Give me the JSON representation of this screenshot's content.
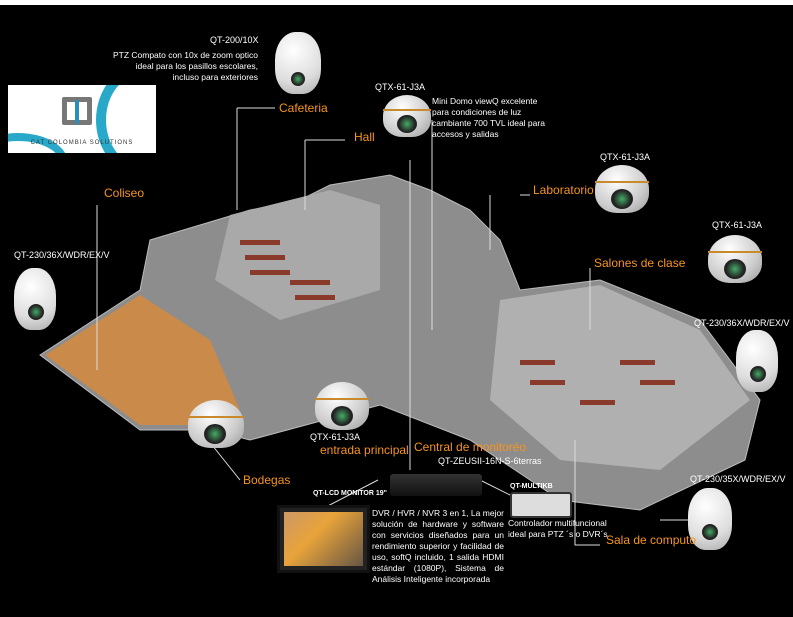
{
  "logo": {
    "text": "CAT COLOMBIA SOLUTIONS"
  },
  "areas": {
    "cafeteria": "Cafeteria",
    "hall": "Hall",
    "coliseo": "Coliseo",
    "laboratorio": "Laboratorio",
    "salones": "Salones de clase",
    "bodegas": "Bodegas",
    "entrada": "entrada principal",
    "central": "Central de monitoréo",
    "sala_computo": "Sala de computo"
  },
  "cameras": {
    "ptz_cafeteria": {
      "model": "QT-200/10X",
      "desc": [
        "PTZ Compato con 10x de zoom optico",
        "ideal para los pasillos escolares,",
        "incluso para exteriores"
      ]
    },
    "dome_hall": {
      "model": "QTX-61-J3A",
      "desc": [
        "Mini Domo viewQ excelente",
        "para condiciones de luz",
        "cambiante 700 TVL ideal para",
        "accesos y salidas"
      ]
    },
    "dome_lab": {
      "model": "QTX-61-J3A"
    },
    "dome_salones": {
      "model": "QTX-61-J3A"
    },
    "ptz_coliseo": {
      "model": "QT-230/36X/WDR/EX/V"
    },
    "ptz_salones": {
      "model": "QT-230/36X/WDR/EX/V"
    },
    "dome_entrada": {
      "model": "QTX-61-J3A"
    },
    "ptz_computo": {
      "model": "QT-230/35X/WDR/EX/V"
    }
  },
  "equipment": {
    "dvr_model": "QT-ZEUSII-16N-S-6terras",
    "monitor_model": "QT-LCD MONITOR 19\"",
    "keyboard_model": "QT-MULTIKB",
    "dvr_desc": "DVR / HVR / NVR 3 en 1, La mejor solución de hardware y software con servicios diseñados para un rendimiento superior y facilidad de uso, softQ incluido, 1 salida HDMI estándar (1080P), Sistema de Análisis Inteligente incorporada",
    "keyboard_desc": [
      "Controlador multifuncional",
      "ideal para PTZ ´s o DVR´s"
    ]
  },
  "colors": {
    "accent": "#f7941d",
    "background": "#000000"
  }
}
